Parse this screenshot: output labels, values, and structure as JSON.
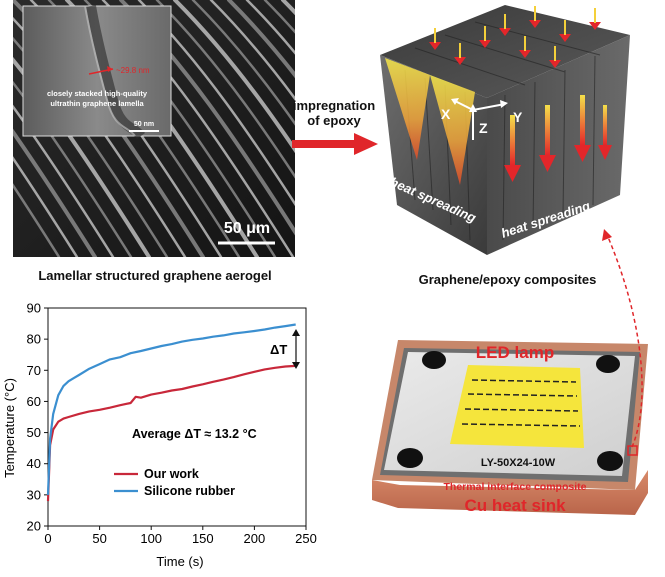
{
  "sem": {
    "annotation_line1": "closely stacked high-quality",
    "annotation_line2": "ultrathin graphene lamella",
    "thickness_label": "~29.8 nm",
    "inset_scale": "50 nm",
    "main_scale": "50 μm",
    "caption": "Lamellar structured graphene aerogel"
  },
  "process": {
    "arrow_label_line1": "impregnation",
    "arrow_label_line2": "of epoxy",
    "arrow_color": "#e0262a"
  },
  "cube": {
    "axis_x": "X",
    "axis_y": "Y",
    "axis_z": "Z",
    "label_front": "heat spreading",
    "label_side": "heat spreading",
    "caption": "Graphene/epoxy composites"
  },
  "led": {
    "title": "LED lamp",
    "chip_label": "LY-50X24-10W",
    "tim_label": "Thermal interface composite",
    "sink_label": "Cu heat sink"
  },
  "chart_data": {
    "type": "line",
    "xlabel": "Time (s)",
    "ylabel": "Temperature (°C)",
    "xlim": [
      0,
      250
    ],
    "ylim": [
      20,
      90
    ],
    "xticks": [
      0,
      50,
      100,
      150,
      200,
      250
    ],
    "yticks": [
      20,
      30,
      40,
      50,
      60,
      70,
      80,
      90
    ],
    "annotation": "Average ΔT ≈ 13.2 °C",
    "delta_label": "ΔT",
    "series": [
      {
        "name": "Our work",
        "color": "#c8283a",
        "x": [
          0,
          2,
          5,
          10,
          15,
          20,
          30,
          40,
          50,
          60,
          70,
          80,
          85,
          90,
          100,
          110,
          120,
          130,
          140,
          150,
          160,
          170,
          180,
          190,
          200,
          210,
          220,
          230,
          240
        ],
        "y": [
          28,
          46,
          51,
          53.5,
          54.5,
          55,
          56,
          56.8,
          57.3,
          58,
          58.8,
          59.5,
          61.5,
          61.2,
          62.2,
          62.8,
          63.5,
          64,
          64.8,
          65.5,
          66.3,
          67,
          67.8,
          68.7,
          69.5,
          70.3,
          70.8,
          71.2,
          71.4
        ]
      },
      {
        "name": "Silicone rubber",
        "color": "#3b8fd0",
        "x": [
          0,
          2,
          5,
          10,
          15,
          20,
          25,
          30,
          40,
          50,
          60,
          70,
          80,
          90,
          100,
          110,
          120,
          130,
          140,
          150,
          160,
          170,
          180,
          190,
          200,
          210,
          220,
          230,
          240
        ],
        "y": [
          30,
          48,
          56,
          62,
          65,
          66.5,
          67.5,
          68.5,
          70.5,
          72,
          73.5,
          74.2,
          75.5,
          76.2,
          77,
          77.8,
          78.4,
          79.2,
          79.8,
          80.2,
          80.8,
          81.2,
          81.8,
          82.2,
          82.6,
          83.1,
          83.7,
          84.2,
          84.7
        ]
      }
    ]
  }
}
